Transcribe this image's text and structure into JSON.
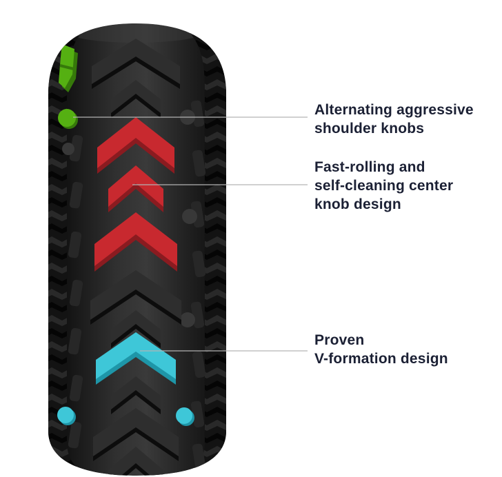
{
  "colors": {
    "knob_green": "#55b012",
    "knob_green_dark": "#36790a",
    "knob_red": "#c8292f",
    "knob_red_dark": "#8a1b20",
    "knob_cyan": "#3ec7d8",
    "knob_cyan_dark": "#1e96a8",
    "leader_line": "#b3b3b3"
  },
  "annotations": [
    {
      "id": "shoulder-knobs",
      "lines": [
        "Alternating aggressive",
        "shoulder knobs"
      ]
    },
    {
      "id": "center-knob",
      "lines": [
        "Fast-rolling and",
        "self-cleaning center",
        "knob design"
      ]
    },
    {
      "id": "v-formation",
      "lines": [
        "Proven",
        "V-formation design"
      ]
    }
  ]
}
